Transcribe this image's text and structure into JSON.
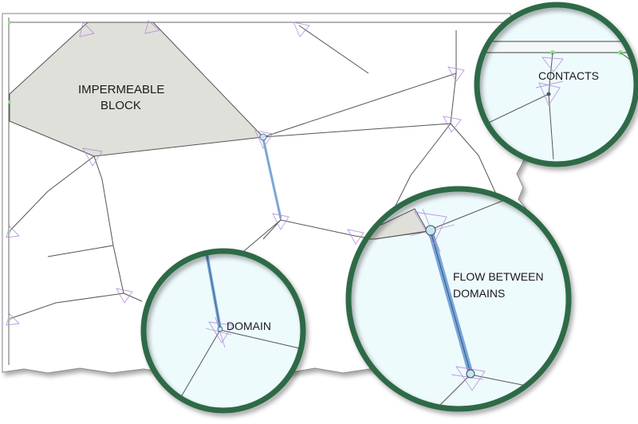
{
  "labels": {
    "impermeable_line1": "IMPERMEABLE",
    "impermeable_line2": "BLOCK",
    "contacts": "CONTACTS",
    "domain": "DOMAIN",
    "flow_line1": "FLOW BETWEEN",
    "flow_line2": "DOMAINS"
  },
  "colors": {
    "block_fill": "#dfe0da",
    "zoom_ring": "#2f6b47",
    "zoom_fill": "#eefbfd",
    "flow_pipe": "#7aa7d8",
    "contact_green": "#8ee08a",
    "domain_node": "#bfe8f2"
  }
}
